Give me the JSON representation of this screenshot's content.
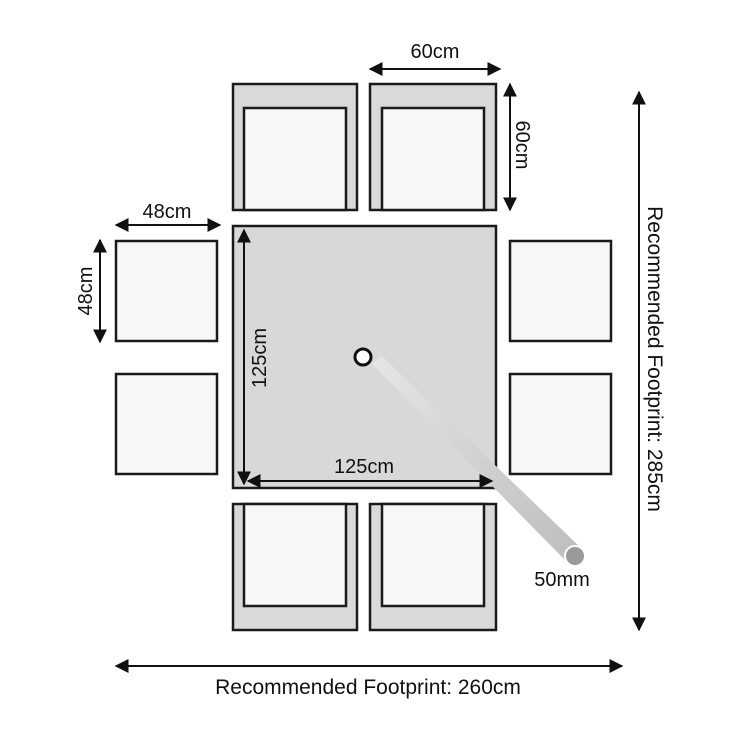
{
  "dimensions": {
    "chair_width": "60cm",
    "chair_depth": "60cm",
    "stool_width": "48cm",
    "stool_depth": "48cm",
    "table_side_vertical": "125cm",
    "table_side_horizontal": "125cm",
    "parasol_hole": "50mm",
    "footprint_width": "Recommended Footprint: 260cm",
    "footprint_height": "Recommended Footprint: 285cm"
  },
  "colors": {
    "outline": "#1a1a1a",
    "chair_frame": "#d9d9d9",
    "seat": "#f6f7f9",
    "table_top": "#d8d8d8",
    "parasol_pole": "#c9c9c9"
  }
}
